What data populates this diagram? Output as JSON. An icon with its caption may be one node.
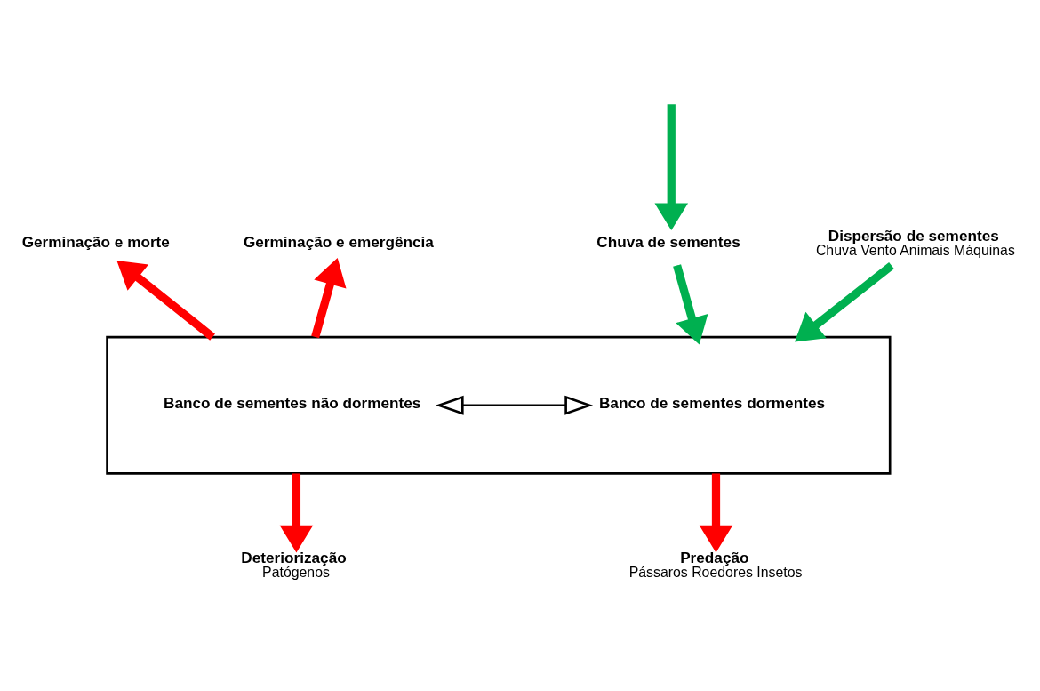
{
  "diagram": {
    "nodes": [
      {
        "text": [],
        "shape": "box"
      },
      {
        "text": [
          "Banco de sementes não dormentes"
        ],
        "in": 0
      },
      {
        "text": [
          "Banco de sementes dormentes"
        ],
        "in": 0
      },
      {
        "text": [
          "Germinação e morte"
        ]
      },
      {
        "text": [
          "Germinação e emergência"
        ]
      },
      {
        "text": [
          "Chuva de sementes"
        ]
      },
      {
        "text": [
          "Dispersão de sementes",
          "Chuva Vento Animais Máquinas"
        ]
      },
      {
        "text": [
          "Deteriorização",
          "Patógenos"
        ]
      },
      {
        "text": [
          "Predação",
          "Pássaros Roedores Insetos"
        ]
      }
    ],
    "edges": [
      {
        "from": 1,
        "to": 2,
        "arrow": "both",
        "color": "#000000"
      },
      {
        "from": 0,
        "to": 3,
        "arrow": "to"
      },
      {
        "from": 0,
        "to": 4,
        "arrow": "to"
      },
      {
        "from": null,
        "to": 5,
        "arrow": "to",
        "color": "#00b050"
      },
      {
        "from": 5,
        "to": 0,
        "arrow": "to",
        "color": "#00b050"
      },
      {
        "from": 6,
        "to": 0,
        "arrow": "to",
        "color": "#00b050"
      },
      {
        "from": 0,
        "to": 7,
        "arrow": "to"
      },
      {
        "from": 0,
        "to": 8,
        "arrow": "to"
      }
    ]
  }
}
